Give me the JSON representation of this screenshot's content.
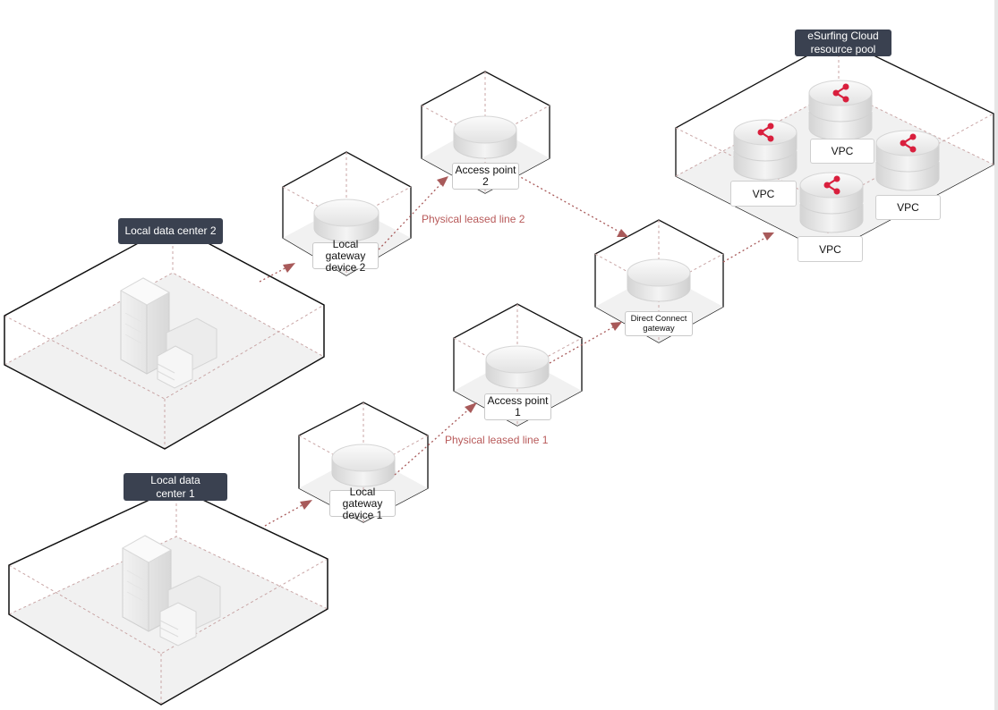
{
  "resource_pool_label": "eSurfing Cloud\nresource pool",
  "data_center_2_label": "Local data center 2",
  "data_center_1_label": "Local data\ncenter 1",
  "gateway_device_2_label": "Local gateway\ndevice 2",
  "gateway_device_1_label": "Local gateway\ndevice 1",
  "access_point_2_label": "Access point\n2",
  "access_point_1_label": "Access point\n1",
  "direct_connect_label": "Direct Connect\ngateway",
  "leased_line_2_label": "Physical leased line 2",
  "leased_line_1_label": "Physical leased line 1",
  "vpcs": [
    "VPC",
    "VPC",
    "VPC",
    "VPC"
  ],
  "colors": {
    "label_bg": "#3a4150",
    "link": "#a85a5a",
    "icon": "#d91f3d"
  },
  "icons": [
    "server-icon",
    "disk-icon",
    "share-icon"
  ]
}
